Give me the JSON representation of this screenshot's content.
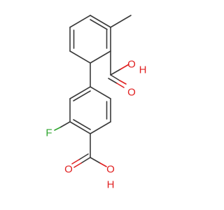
{
  "molecule": {
    "atom_labels": {
      "o_carbonyl_top": "O",
      "o_hydroxyl_top": "O",
      "h_top": "H",
      "fluorine": "F",
      "o_carbonyl_bottom": "O",
      "o_hydroxyl_bottom": "O",
      "h_bottom": "H"
    },
    "colors": {
      "bond": "#3a3a3a",
      "oxygen": "#e02020",
      "fluorine": "#2fa52f",
      "background": "#ffffff"
    }
  }
}
